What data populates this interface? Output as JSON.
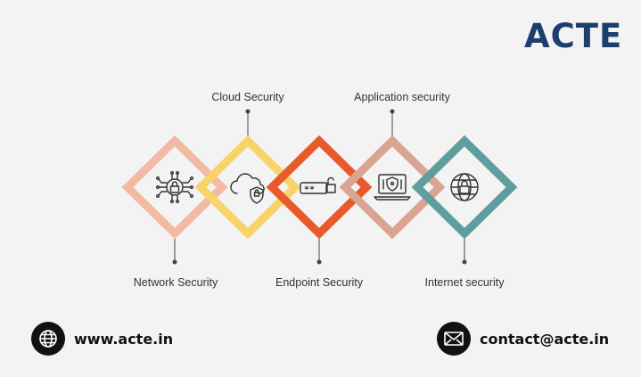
{
  "brand": {
    "logo_text": "ACTE"
  },
  "diagram": {
    "colors": {
      "network": "#f2b9a3",
      "cloud": "#f8d36a",
      "endpoint": "#e85a2c",
      "application": "#d9a592",
      "internet": "#5e9e9f"
    },
    "labels": {
      "network": "Network Security",
      "cloud": "Cloud Security",
      "endpoint": "Endpoint Security",
      "application": "Application security",
      "internet": "Internet security"
    },
    "icons": {
      "network": "network-lock-icon",
      "cloud": "cloud-shield-icon",
      "endpoint": "password-unlock-icon",
      "application": "laptop-shield-icon",
      "internet": "globe-lock-icon"
    },
    "password_text": "**"
  },
  "footer": {
    "website": "www.acte.in",
    "email": "contact@acte.in"
  }
}
